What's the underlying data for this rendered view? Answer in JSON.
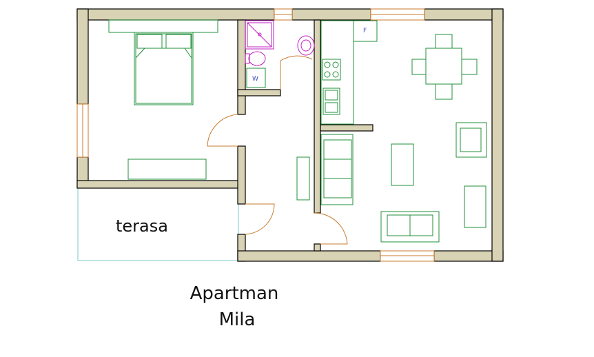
{
  "plan": {
    "terrace_label": "terasa",
    "title_line1": "Apartman",
    "title_line2": "Mila",
    "washer_label": "W",
    "fridge_label": "F"
  },
  "colors": {
    "wall": "#d9d3b5",
    "furniture": "#1f8f3a",
    "sanitary": "#c21fc2",
    "door": "#c87a2a",
    "terrace_outline": "#77c7c7"
  }
}
